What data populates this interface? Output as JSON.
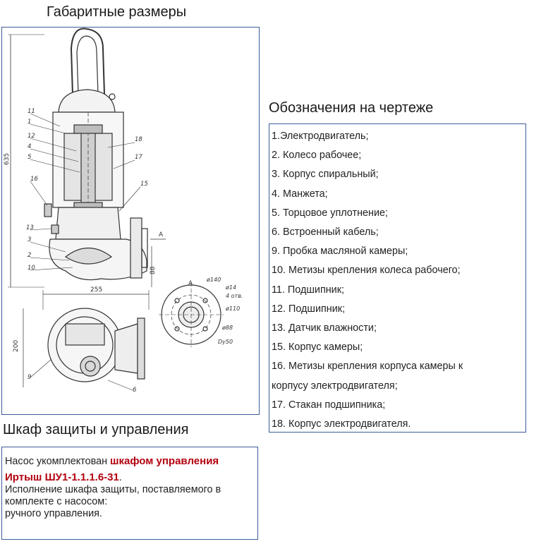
{
  "dimensions_title": "Габаритные размеры",
  "legend_title": "Обозначения на чертеже",
  "legend_items": [
    "1.Электродвигатель;",
    "2. Колесо рабочее;",
    "3. Корпус спиральный;",
    "4. Манжета;",
    "5. Торцовое уплотнение;",
    "6. Встроенный кабель;",
    "9. Пробка масляной камеры;",
    "10. Метизы крепления колеса рабочего;",
    "11. Подшипник;",
    "12. Подшипник;",
    "13. Датчик влажности;",
    "15. Корпус камеры;",
    "16. Метизы крепления корпуса камеры к",
    "корпусу электродвигателя;",
    "17. Стакан подшипника;",
    "18. Корпус электродвигателя."
  ],
  "cabinet_title": "Шкаф защиты и управления",
  "cabinet": {
    "prefix": "Насос укомплектован ",
    "highlight_1": "шкафом управления",
    "highlight_2": "Иртыш ШУ1-1.1.1.6-31",
    "dot": ".",
    "line_2": "Исполнение шкафа защиты, поставляемого в",
    "line_3": "комплекте с насосом:",
    "line_4": "ручного управления."
  },
  "drawing": {
    "dim_height": "635",
    "dim_width": "255",
    "dim_depth": "200",
    "dim_outlet": "88",
    "view_label": "A",
    "flange_d1": "ø140",
    "flange_d2": "ø14",
    "flange_holes": "4 отв.",
    "flange_d3": "ø110",
    "flange_d4": "ø88",
    "flange_dn": "Dy50",
    "callouts_left": [
      "11",
      "1",
      "12",
      "4",
      "5",
      "16",
      "13",
      "3",
      "2",
      "10"
    ],
    "callouts_right": [
      "18",
      "17",
      "15"
    ],
    "callout_9": "9",
    "callout_6": "6"
  }
}
